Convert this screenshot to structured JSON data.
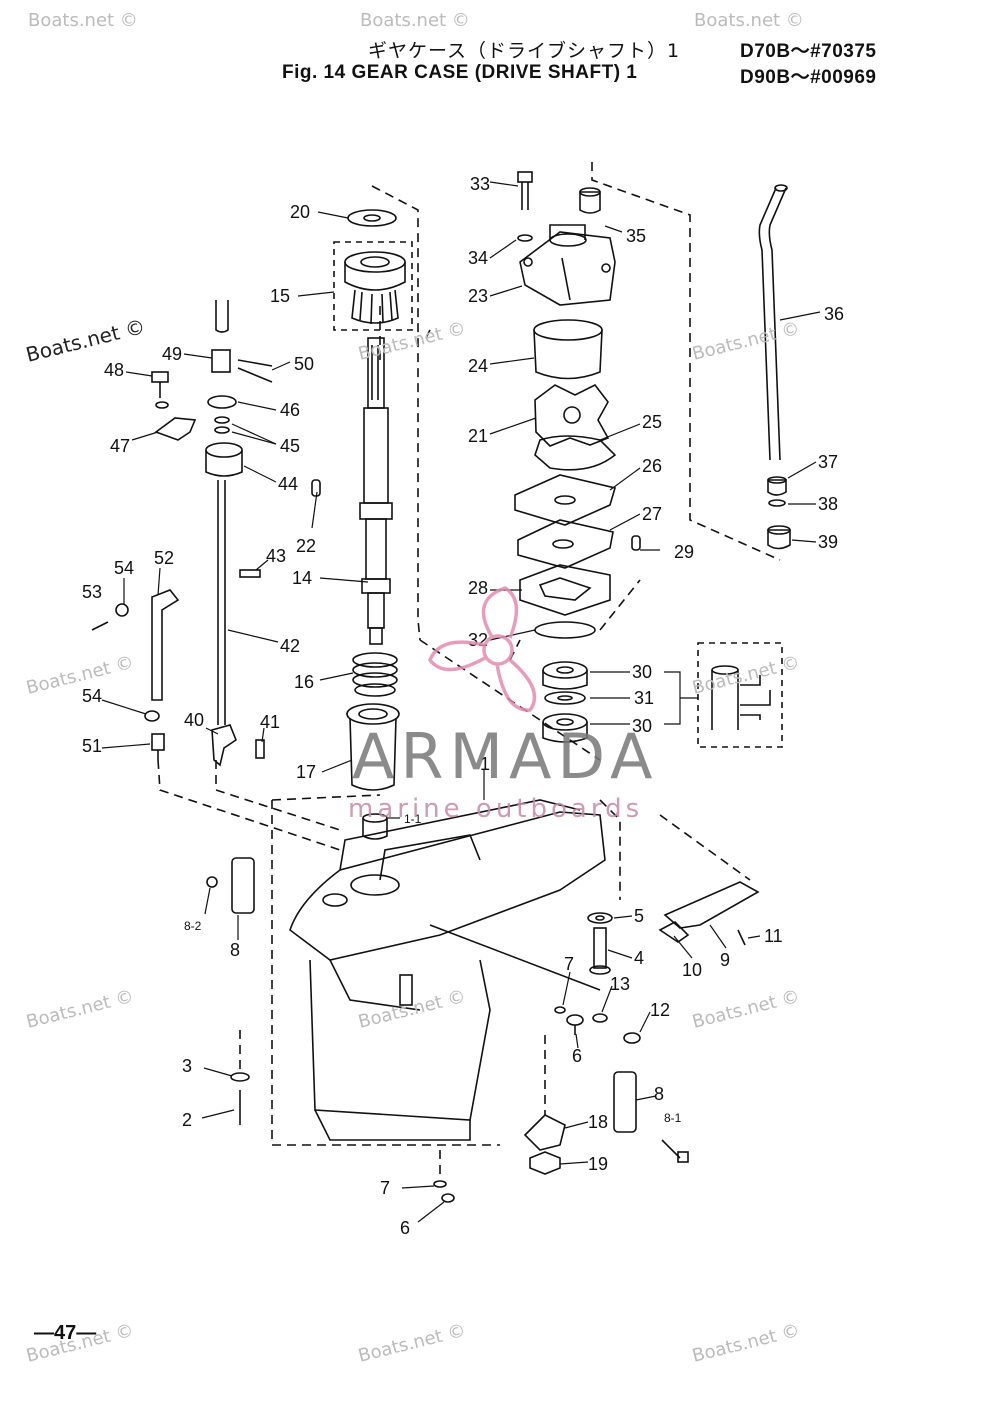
{
  "header": {
    "title_jp": "ギヤケース（ドライブシャフト）1",
    "title_en": "Fig. 14   GEAR CASE (DRIVE SHAFT) 1",
    "model_1": "D70B～#70375",
    "model_2": "D90B～#00969"
  },
  "footer": {
    "page_number": "—47—"
  },
  "watermarks": {
    "site": "Boats.net ©",
    "site_prominent": "Boats.net ©",
    "logo_main": "ARMADA",
    "logo_sub": "marine outboards"
  },
  "callouts": {
    "c1": "1",
    "c1_1": "1-1",
    "c2": "2",
    "c3": "3",
    "c4": "4",
    "c5": "5",
    "c6a": "6",
    "c6b": "6",
    "c7a": "7",
    "c7b": "7",
    "c8a": "8",
    "c8b": "8",
    "c8_1": "8-1",
    "c8_2": "8-2",
    "c9": "9",
    "c10": "10",
    "c11": "11",
    "c12": "12",
    "c13": "13",
    "c14": "14",
    "c15": "15",
    "c16": "16",
    "c17": "17",
    "c18": "18",
    "c19": "19",
    "c20": "20",
    "c21": "21",
    "c22": "22",
    "c23": "23",
    "c24": "24",
    "c25": "25",
    "c26": "26",
    "c27": "27",
    "c28": "28",
    "c29": "29",
    "c30a": "30",
    "c30b": "30",
    "c31": "31",
    "c32": "32",
    "c33": "33",
    "c34": "34",
    "c35": "35",
    "c36": "36",
    "c37": "37",
    "c38": "38",
    "c39": "39",
    "c40": "40",
    "c41": "41",
    "c42": "42",
    "c43": "43",
    "c44": "44",
    "c45": "45",
    "c46": "46",
    "c47": "47",
    "c48": "48",
    "c49": "49",
    "c50": "50",
    "c51": "51",
    "c52": "52",
    "c53": "53",
    "c54a": "54",
    "c54b": "54"
  },
  "colors": {
    "line": "#111111",
    "logo_pink": "#e48bb0",
    "logo_grey": "#777777"
  }
}
